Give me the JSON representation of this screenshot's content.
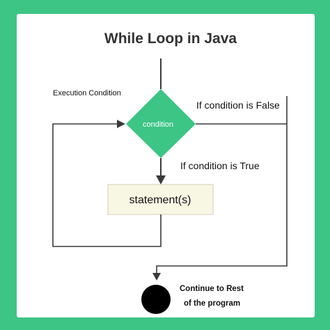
{
  "diagram": {
    "title": "While Loop in Java",
    "execution_label": "Execution Condition",
    "condition_node": "condition",
    "false_label": "If condition is False",
    "true_label": "If condition is True",
    "statement_node": "statement(s)",
    "end_label_line1": "Continue to Rest",
    "end_label_line2": "of the program"
  },
  "colors": {
    "background": "#3cc585",
    "card": "#ffffff",
    "condition_fill": "#3cc585",
    "statement_fill": "#f8f7e3",
    "statement_border": "#cfcfb8",
    "line": "#3a3a3a",
    "end_node": "#000000"
  }
}
